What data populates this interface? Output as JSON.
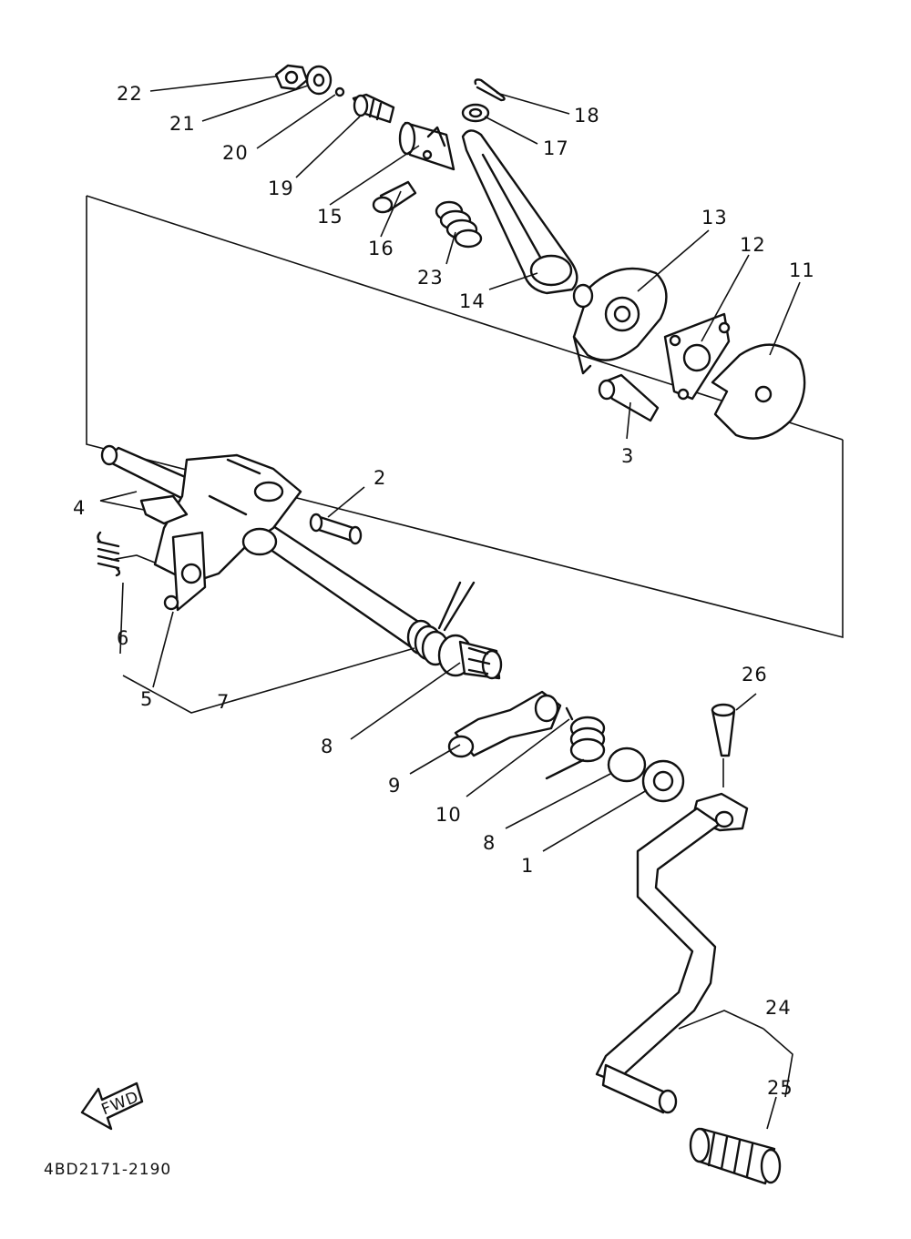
{
  "diagram": {
    "callouts": {
      "n1": "1",
      "n2": "2",
      "n3": "3",
      "n4": "4",
      "n5": "5",
      "n6": "6",
      "n7": "7",
      "n8a": "8",
      "n8b": "8",
      "n9": "9",
      "n10": "10",
      "n11": "11",
      "n12": "12",
      "n13": "13",
      "n14": "14",
      "n15": "15",
      "n16": "16",
      "n17": "17",
      "n18": "18",
      "n19": "19",
      "n20": "20",
      "n21": "21",
      "n22": "22",
      "n23": "23",
      "n24": "24",
      "n25": "25",
      "n26": "26"
    },
    "fwd_label": "FWD",
    "drawing_code": "4BD2171-2190"
  }
}
